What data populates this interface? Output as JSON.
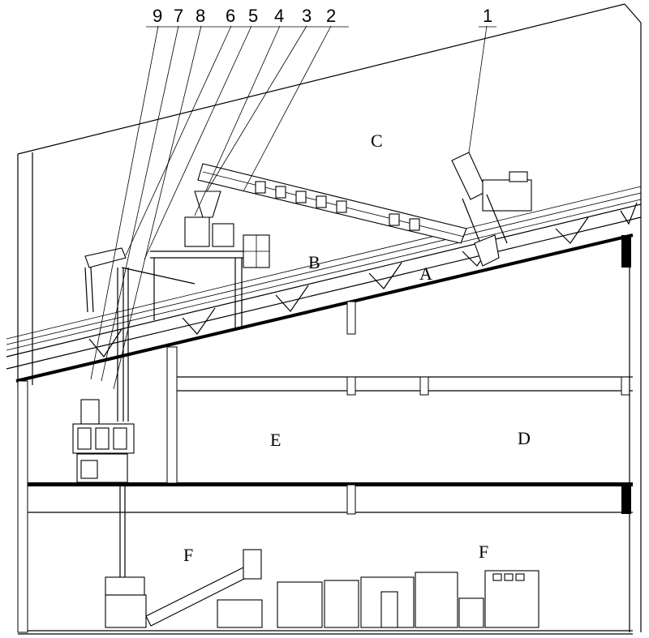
{
  "callouts": [
    "9",
    "7",
    "8",
    "6",
    "5",
    "4",
    "3",
    "2",
    "1"
  ],
  "zones": {
    "a": "A",
    "b": "B",
    "c": "C",
    "d": "D",
    "e": "E",
    "f_left": "F",
    "f_right": "F"
  }
}
